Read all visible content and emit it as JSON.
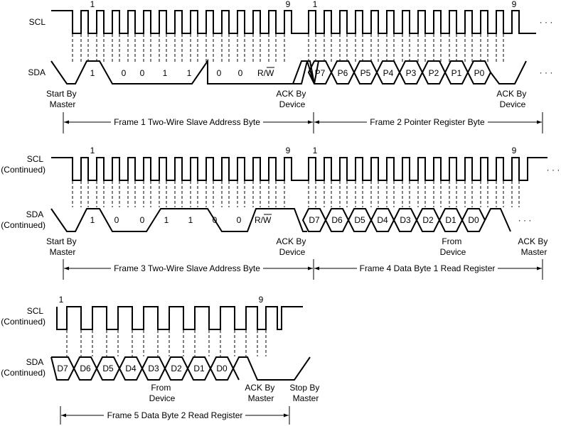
{
  "rows": {
    "r1": {
      "scl_label": "SCL",
      "scl_sub": "",
      "sda_label": "SDA",
      "sda_sub": "",
      "pulse_label_1": "1",
      "pulse_label_9": "9",
      "pulse_label_1b": "1",
      "pulse_label_9b": "9",
      "scl_ellipsis": "· · ·",
      "sda_ellipsis": "· · ·",
      "bits": [
        "1",
        "0",
        "0",
        "1",
        "1",
        "0",
        "0"
      ],
      "rw_r": "R/",
      "rw_w": "W",
      "bytes": [
        "P7",
        "P6",
        "P5",
        "P4",
        "P3",
        "P2",
        "P1",
        "P0"
      ],
      "start_1": "Start By",
      "start_2": "Master",
      "ack1_1": "ACK By",
      "ack1_2": "Device",
      "ack2_1": "ACK By",
      "ack2_2": "Device",
      "frame_a": "Frame 1 Two-Wire Slave Address Byte",
      "frame_b": "Frame 2 Pointer Register Byte"
    },
    "r2": {
      "scl_label": "SCL",
      "scl_sub": "(Continued)",
      "sda_label": "SDA",
      "sda_sub": "(Continued)",
      "pulse_label_1": "1",
      "pulse_label_9": "9",
      "pulse_label_1b": "1",
      "pulse_label_9b": "9",
      "scl_ellipsis": "· · ·",
      "sda_ellipsis": "· · ·",
      "bits": [
        "1",
        "0",
        "0",
        "1",
        "1",
        "0",
        "0"
      ],
      "rw_r": "R/",
      "rw_w": "W",
      "bytes": [
        "D7",
        "D6",
        "D5",
        "D4",
        "D3",
        "D2",
        "D1",
        "D0"
      ],
      "start_1": "Start By",
      "start_2": "Master",
      "ack1_1": "ACK By",
      "ack1_2": "Device",
      "from_1": "From",
      "from_2": "Device",
      "ack2_1": "ACK By",
      "ack2_2": "Master",
      "frame_a": "Frame 3 Two-Wire Slave Address Byte",
      "frame_b": "Frame 4 Data Byte 1 Read Register"
    },
    "r3": {
      "scl_label": "SCL",
      "scl_sub": "(Continued)",
      "sda_label": "SDA",
      "sda_sub": "(Continued)",
      "pulse_label_1": "1",
      "pulse_label_9": "9",
      "bytes": [
        "D7",
        "D6",
        "D5",
        "D4",
        "D3",
        "D2",
        "D1",
        "D0"
      ],
      "from_1": "From",
      "from_2": "Device",
      "ack_1": "ACK By",
      "ack_2": "Master",
      "stop_1": "Stop By",
      "stop_2": "Master",
      "frame": "Frame 5 Data Byte 2 Read Register"
    }
  }
}
